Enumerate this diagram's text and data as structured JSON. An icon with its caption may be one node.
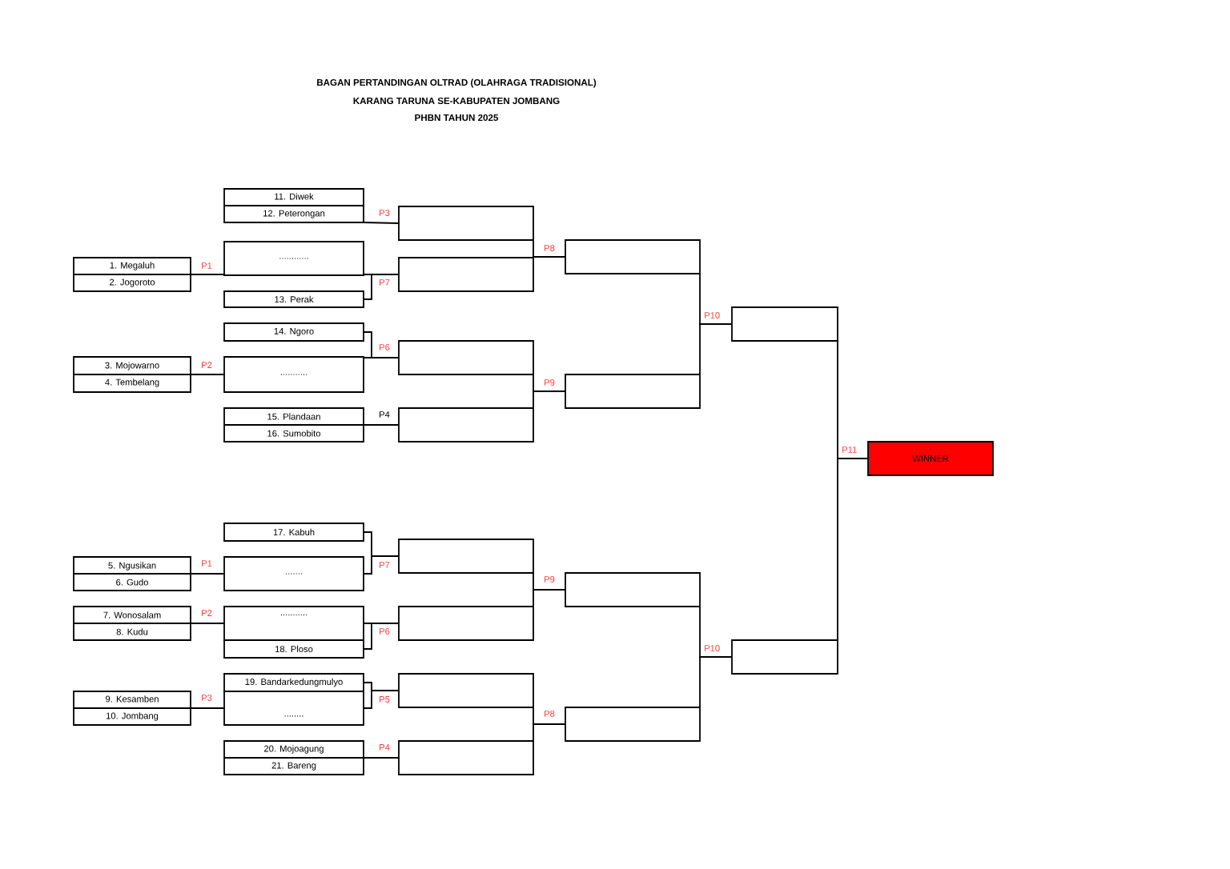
{
  "diagram": {
    "title": "BAGAN PERTANDINGAN OLTRAD (OLAHRAGA TRADISIONAL)",
    "nodes": [
      {
        "text": [
          "11. Diwek",
          "12. Peterongan"
        ]
      },
      {
        "text": [
          "............"
        ]
      },
      {
        "text": [
          "1. Megaluh",
          "2. Jogoroto"
        ]
      },
      {
        "text": [
          "13. Perak"
        ]
      },
      {
        "text": [
          "14. Ngoro"
        ]
      },
      {
        "text": [
          "3. Mojowarno",
          "4. Tembelang"
        ]
      },
      {
        "text": [
          "..........."
        ]
      },
      {
        "text": [
          "15. Plandaan",
          "16. Sumobito"
        ]
      },
      {
        "text": [],
        "shape": "box"
      },
      {
        "text": [],
        "shape": "box"
      },
      {
        "text": [],
        "shape": "box"
      },
      {
        "text": [],
        "shape": "box"
      },
      {
        "text": [],
        "shape": "box"
      },
      {
        "text": [],
        "shape": "box"
      },
      {
        "text": [],
        "shape": "box"
      },
      {
        "text": [
          "WINNER"
        ]
      },
      {
        "text": [
          "17. Kabuh"
        ]
      },
      {
        "text": [
          "5. Ngusikan",
          "6. Gudo"
        ]
      },
      {
        "text": [
          "......."
        ]
      },
      {
        "text": [
          "7. Wonosalam",
          "8. Kudu"
        ]
      },
      {
        "text": [
          "..........."
        ]
      },
      {
        "text": [
          "18. Ploso"
        ]
      },
      {
        "text": [
          "19. Bandarkedungmulyo"
        ]
      },
      {
        "text": [
          "9. Kesamben",
          "10. Jombang"
        ]
      },
      {
        "text": [
          "........"
        ]
      },
      {
        "text": [
          "20. Mojoagung",
          "21. Bareng"
        ]
      },
      {
        "text": [],
        "shape": "box"
      },
      {
        "text": [],
        "shape": "box"
      },
      {
        "text": [],
        "shape": "box"
      },
      {
        "text": [],
        "shape": "box"
      },
      {
        "text": [],
        "shape": "box"
      },
      {
        "text": [],
        "shape": "box"
      },
      {
        "text": [],
        "shape": "box"
      }
    ],
    "edges": [
      {
        "from": 2,
        "to": 1,
        "arrow": "none",
        "label": "P1"
      },
      {
        "from": 0,
        "to": 8,
        "arrow": "none",
        "label": "P3"
      },
      {
        "from": 1,
        "to": 9,
        "arrow": "none",
        "label": "P7"
      },
      {
        "from": 3,
        "to": 9,
        "arrow": "none"
      },
      {
        "from": 8,
        "to": 12,
        "arrow": "none"
      },
      {
        "from": 9,
        "to": 12,
        "arrow": "none",
        "label": "P8"
      },
      {
        "from": 5,
        "to": 6,
        "arrow": "none",
        "label": "P2"
      },
      {
        "from": 6,
        "to": 10,
        "arrow": "none",
        "label": "P6"
      },
      {
        "from": 4,
        "to": 10,
        "arrow": "none"
      },
      {
        "from": 7,
        "to": 11,
        "arrow": "none",
        "label": "P4"
      },
      {
        "from": 10,
        "to": 13,
        "arrow": "none"
      },
      {
        "from": 11,
        "to": 13,
        "arrow": "none",
        "label": "P9"
      },
      {
        "from": 12,
        "to": 14,
        "arrow": "none"
      },
      {
        "from": 13,
        "to": 14,
        "arrow": "none",
        "label": "P10"
      },
      {
        "from": 14,
        "to": 15,
        "arrow": "none",
        "label": "P11"
      },
      {
        "from": 32,
        "to": 15,
        "arrow": "none"
      },
      {
        "from": 17,
        "to": 18,
        "arrow": "none",
        "label": "P1"
      },
      {
        "from": 16,
        "to": 26,
        "arrow": "none"
      },
      {
        "from": 18,
        "to": 26,
        "arrow": "none",
        "label": "P7"
      },
      {
        "from": 19,
        "to": 20,
        "arrow": "none",
        "label": "P2"
      },
      {
        "from": 20,
        "to": 27,
        "arrow": "none",
        "label": "P6"
      },
      {
        "from": 21,
        "to": 27,
        "arrow": "none"
      },
      {
        "from": 23,
        "to": 24,
        "arrow": "none",
        "label": "P3"
      },
      {
        "from": 22,
        "to": 28,
        "arrow": "none"
      },
      {
        "from": 24,
        "to": 28,
        "arrow": "none",
        "label": "P5"
      },
      {
        "from": 25,
        "to": 29,
        "arrow": "none",
        "label": "P4"
      },
      {
        "from": 26,
        "to": 30,
        "arrow": "none"
      },
      {
        "from": 27,
        "to": 30,
        "arrow": "none",
        "label": "P9"
      },
      {
        "from": 28,
        "to": 31,
        "arrow": "none"
      },
      {
        "from": 29,
        "to": 31,
        "arrow": "none",
        "label": "P8"
      },
      {
        "from": 30,
        "to": 32,
        "arrow": "none"
      },
      {
        "from": 31,
        "to": 32,
        "arrow": "none",
        "label": "P10"
      }
    ],
    "labels": [
      "KARANG TARUNA SE-KABUPATEN JOMBANG",
      "PHBN TAHUN 2025"
    ]
  }
}
